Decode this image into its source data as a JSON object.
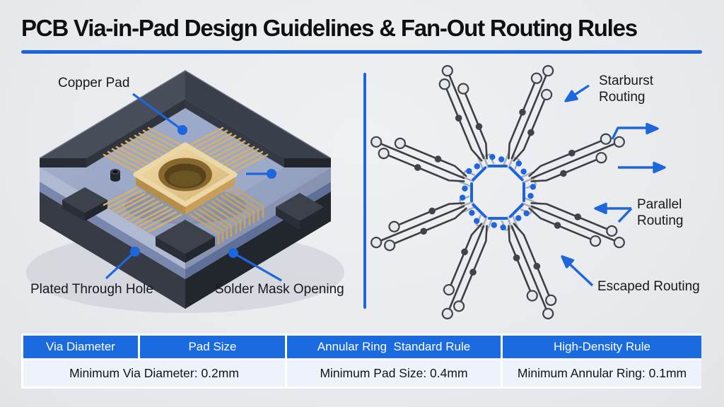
{
  "title": "PCB Via-in-Pad Design Guidelines & Fan-Out Routing Rules",
  "left_diagram": {
    "labels": {
      "copper_pad": "Copper Pad",
      "plated_through_hole": "Plated Through Hole",
      "solder_mask_opening": "Solder Mask Opening"
    }
  },
  "right_diagram": {
    "labels": {
      "starburst_line1": "Starburst",
      "starburst_line2": "Routing",
      "parallel_line1": "Parallel",
      "parallel_line2": "Routing",
      "escaped": "Escaped Routing"
    }
  },
  "table": {
    "headers": [
      "Via Diameter",
      "Pad Size",
      "Annular Ring  Standard Rule",
      "High-Density Rule"
    ],
    "row": [
      "Minimum Via Diameter: 0.2mm",
      "Minimum Pad Size: 0.4mm",
      "Minimum Annular Ring: 0.1mm"
    ]
  },
  "colors": {
    "accent_blue": "#1e66dd",
    "table_header_blue": "#1b6be0"
  }
}
